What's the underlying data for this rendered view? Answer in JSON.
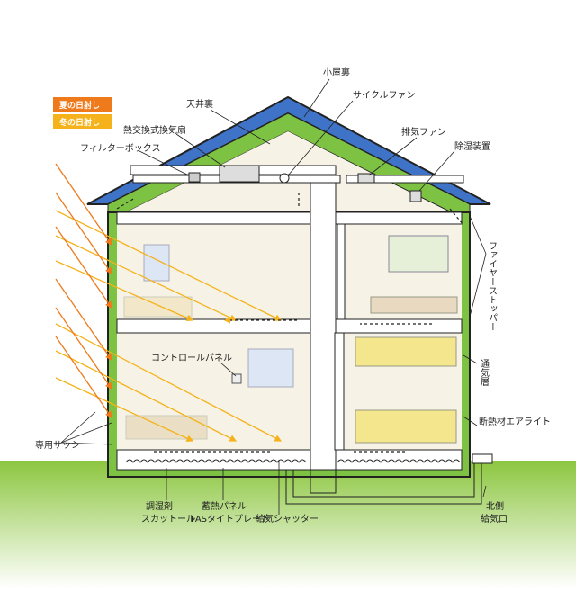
{
  "legend": {
    "summer": {
      "label": "夏の日射し",
      "color": "#ee7a1c"
    },
    "winter": {
      "label": "冬の日射し",
      "color": "#f5b21b"
    }
  },
  "labels": {
    "attic": "小屋裏",
    "ceiling_space": "天井裏",
    "cycle_fan": "サイクルファン",
    "heat_exchanger": "熱交換式換気扇",
    "exhaust_fan": "排気ファン",
    "filter_box": "フィルターボックス",
    "dehumidifier": "除湿装置",
    "fire_stopper": "ファイヤーストッパー",
    "control_panel": "コントロールパネル",
    "vent_layer": "通気層",
    "insulation": "断熱材エアライト",
    "sash": "専用サッシ",
    "humidity_agent_1": "調湿剤",
    "humidity_agent_2": "スカットール",
    "thermal_panel_1": "蓄熱パネル",
    "thermal_panel_2": "FASタイトプレート",
    "supply_shutter": "給気シャッター",
    "north_intake_1": "北側",
    "north_intake_2": "給気口"
  },
  "colors": {
    "roof": "#3f73c7",
    "insulation_green": "#7dc242",
    "interior": "#f6f2e6",
    "ground": "#8cc63f",
    "house_outline": "#222222"
  }
}
